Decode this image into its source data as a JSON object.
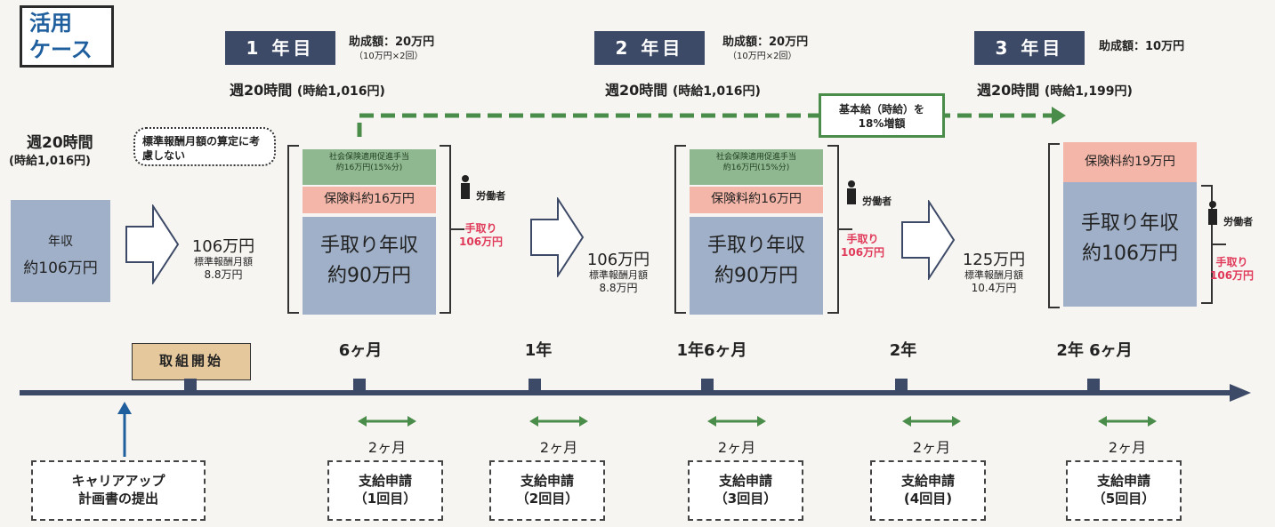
{
  "case_label": [
    "活用",
    "ケース"
  ],
  "years": [
    {
      "label": "1 年目",
      "grant": "助成額：20万円",
      "grant_note": "（10万円×2回）",
      "weekly_hours": "週20時間",
      "wage": "(時給1,016円)"
    },
    {
      "label": "2 年目",
      "grant": "助成額：20万円",
      "grant_note": "（10万円×2回）",
      "weekly_hours": "週20時間",
      "wage": "(時給1,016円)"
    },
    {
      "label": "3 年目",
      "grant": "助成額：10万円",
      "grant_note": "",
      "weekly_hours": "週20時間",
      "wage": "(時給1,199円)"
    }
  ],
  "initial": {
    "weekly_hours": "週20時間",
    "wage": "(時給1,016円)",
    "income_label": "年収",
    "income_value": "約106万円"
  },
  "note_bubble": "標準報酬月額の算定に考慮しない",
  "basic_pay_note": {
    "line1": "基本給（時給）を",
    "line2": "18%増額"
  },
  "stacks": [
    {
      "green": "社会保険適用促進手当",
      "green_note": "約16万円(15%分)",
      "red": "保険料約16万円",
      "blue1": "手取り年収",
      "blue2": "約90万円"
    },
    {
      "green": "社会保険適用促進手当",
      "green_note": "約16万円(15%分)",
      "red": "保険料約16万円",
      "blue1": "手取り年収",
      "blue2": "約90万円"
    },
    {
      "red": "保険料約19万円",
      "blue1": "手取り年収",
      "blue2": "約106万円"
    }
  ],
  "amounts": [
    {
      "value": "106万円",
      "label": "標準報酬月額",
      "sub": "8.8万円"
    },
    {
      "value": "106万円",
      "label": "標準報酬月額",
      "sub": "8.8万円"
    },
    {
      "value": "125万円",
      "label": "標準報酬月額",
      "sub": "10.4万円"
    }
  ],
  "worker_label": "労働者",
  "takehome": {
    "line1": "手取り",
    "line2": "106万円"
  },
  "start_label": "取組開始",
  "milestones": [
    "6ヶ月",
    "1年",
    "1年6ヶ月",
    "2年",
    "2年 6ヶ月"
  ],
  "interval_label": "2ヶ月",
  "applications": [
    {
      "line1": "支給申請",
      "line2": "（1回目）"
    },
    {
      "line1": "支給申請",
      "line2": "（2回目）"
    },
    {
      "line1": "支給申請",
      "line2": "（3回目）"
    },
    {
      "line1": "支給申請",
      "line2": "(4回目)"
    },
    {
      "line1": "支給申請",
      "line2": "（5回目）"
    }
  ],
  "career_plan": {
    "line1": "キャリアアップ",
    "line2": "計画書の提出"
  },
  "colors": {
    "navy": "#3d4a67",
    "blue_block": "#9fb0c8",
    "red_block": "#f4b6a8",
    "green_block": "#8fb890",
    "accent_red": "#e03a5a",
    "arrow_green": "#4a8c4a",
    "start_tan": "#e5c99c"
  }
}
